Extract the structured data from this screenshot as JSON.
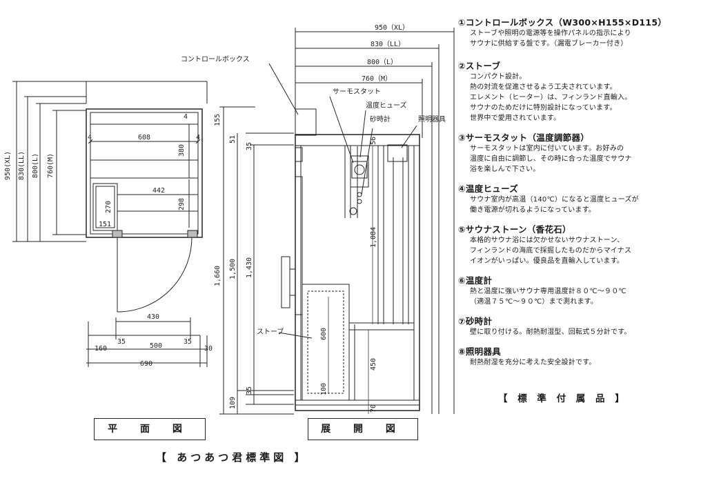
{
  "plan": {
    "outer_dims": [
      "950(XL)",
      "830(LL)",
      "800(L)",
      "760(M)"
    ],
    "inner_width": "608",
    "side_4": "4",
    "bench_depth": "380",
    "bench_width": "442",
    "stove_height": "270",
    "stove_width": "151",
    "bench_lower": "298",
    "bottom_dims": {
      "d430": "430",
      "d35a": "35",
      "d35b": "35",
      "d160": "160",
      "d500": "500",
      "d30": "30",
      "d690": "690"
    },
    "caption": "平 面 図"
  },
  "elevation": {
    "top_dims": [
      "950（XL）",
      "830（LL）",
      "800（L）",
      "760（M）"
    ],
    "labels": {
      "control_box": "コントロールボックス",
      "thermostat": "サーモスタット",
      "fuse": "温度ヒューズ",
      "sandglass": "砂時計",
      "light": "照明器具",
      "stove": "ストーブ"
    },
    "dims": {
      "d155": "155",
      "d1660": "1,660",
      "d51": "51",
      "d35_top": "35",
      "d1500": "1,500",
      "d1430": "1,430",
      "d35_bottom": "35",
      "d109": "109",
      "d56": "56",
      "d1084": "1,084",
      "d600": "600",
      "d450": "450",
      "d100": "100",
      "d70": "70"
    },
    "caption": "展 開 図"
  },
  "specs": [
    {
      "title": "①コントロールボックス（W300×H155×D115）",
      "desc": "ストーブや照明の電源等を操作パネルの指示により\nサウナに供給する盤です。（漏電ブレーカー付き）"
    },
    {
      "title": "②ストーブ",
      "desc": "コンパクト設計。\n熱の対流を促進させるよう工夫されています。\nエレメント（ヒーター）は、フィンランド直輸入。\nサウナのためだけに特別設計になっています。\n世界中で愛用されています。"
    },
    {
      "title": "③サーモスタット（温度調節器）",
      "desc": "サーモスタットは室内に付いています。お好みの\n温度に自由に調節し、その時に合った温度でサウナ\n浴を楽しんで下さい。"
    },
    {
      "title": "④温度ヒューズ",
      "desc": "サウナ室内が高温（140℃）になると温度ヒューズが\n働き電源が切れるようになっています。"
    },
    {
      "title": "⑤サウナストーン（香花石）",
      "desc": "本格的サウナ浴には欠かせないサウナストーン、\nフィンランドの海底で採掘したものだからマイナス\nイオンがいっぱい。優良品を直輸入しています。"
    },
    {
      "title": "⑥温度計",
      "desc": "熱と温度に強いサウナ専用温度計８０℃～９０℃\n（適温７５℃～９０℃）まで測れます。"
    },
    {
      "title": "⑦砂時計",
      "desc": "壁に取り付ける。耐熱耐湿型、回転式５分計です。"
    },
    {
      "title": "⑧照明器具",
      "desc": "耐熱耐湿を充分に考えた安全設計です。"
    }
  ],
  "standard_accessories": "【 標 準 付 属 品 】",
  "footer_title": "【 あつあつ君標準図 】"
}
